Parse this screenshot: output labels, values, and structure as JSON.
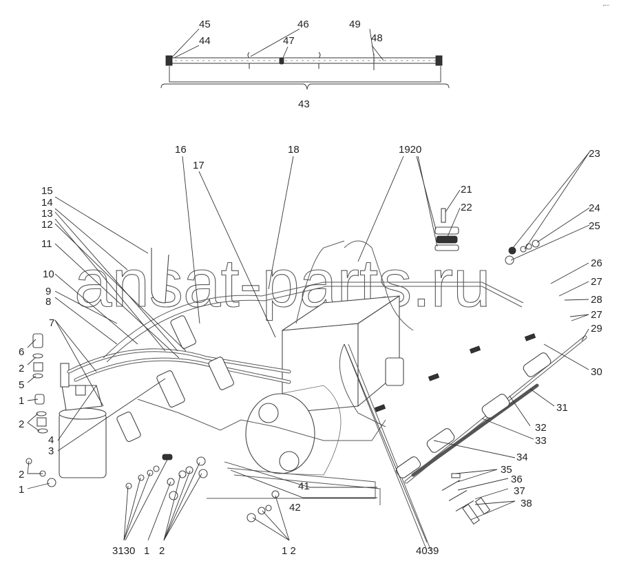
{
  "diagram": {
    "title": "Fuel system parts diagram",
    "watermark": "ansat-parts.ru",
    "corner_mark": "⌐–",
    "callouts": [
      {
        "id": "45",
        "text": "45"
      },
      {
        "id": "44",
        "text": "44"
      },
      {
        "id": "46",
        "text": "46"
      },
      {
        "id": "47",
        "text": "47"
      },
      {
        "id": "49",
        "text": "49"
      },
      {
        "id": "48",
        "text": "48"
      },
      {
        "id": "43",
        "text": "43"
      },
      {
        "id": "16",
        "text": "16"
      },
      {
        "id": "17",
        "text": "17"
      },
      {
        "id": "18",
        "text": "18"
      },
      {
        "id": "1920",
        "text": "1920"
      },
      {
        "id": "21",
        "text": "21"
      },
      {
        "id": "22",
        "text": "22"
      },
      {
        "id": "23",
        "text": "23"
      },
      {
        "id": "24",
        "text": "24"
      },
      {
        "id": "25",
        "text": "25"
      },
      {
        "id": "26",
        "text": "26"
      },
      {
        "id": "27a",
        "text": "27"
      },
      {
        "id": "28",
        "text": "28"
      },
      {
        "id": "27b",
        "text": "27"
      },
      {
        "id": "29",
        "text": "29"
      },
      {
        "id": "30",
        "text": "30"
      },
      {
        "id": "31",
        "text": "31"
      },
      {
        "id": "32",
        "text": "32"
      },
      {
        "id": "33",
        "text": "33"
      },
      {
        "id": "34",
        "text": "34"
      },
      {
        "id": "35",
        "text": "35"
      },
      {
        "id": "36",
        "text": "36"
      },
      {
        "id": "37",
        "text": "37"
      },
      {
        "id": "38",
        "text": "38"
      },
      {
        "id": "4039",
        "text": "4039"
      },
      {
        "id": "41",
        "text": "41"
      },
      {
        "id": "42",
        "text": "42"
      },
      {
        "id": "12b",
        "text": "1 2"
      },
      {
        "id": "2c",
        "text": "2"
      },
      {
        "id": "1c",
        "text": "1"
      },
      {
        "id": "3130",
        "text": "3130"
      },
      {
        "id": "15",
        "text": "15"
      },
      {
        "id": "14",
        "text": "14"
      },
      {
        "id": "13",
        "text": "13"
      },
      {
        "id": "12",
        "text": "12"
      },
      {
        "id": "11",
        "text": "11"
      },
      {
        "id": "10",
        "text": "10"
      },
      {
        "id": "9",
        "text": "9"
      },
      {
        "id": "8",
        "text": "8"
      },
      {
        "id": "7",
        "text": "7"
      },
      {
        "id": "6",
        "text": "6"
      },
      {
        "id": "2a",
        "text": "2"
      },
      {
        "id": "5",
        "text": "5"
      },
      {
        "id": "1a",
        "text": "1"
      },
      {
        "id": "2b",
        "text": "2"
      },
      {
        "id": "4",
        "text": "4"
      },
      {
        "id": "3",
        "text": "3"
      },
      {
        "id": "2d",
        "text": "2"
      },
      {
        "id": "1b",
        "text": "1"
      }
    ]
  }
}
